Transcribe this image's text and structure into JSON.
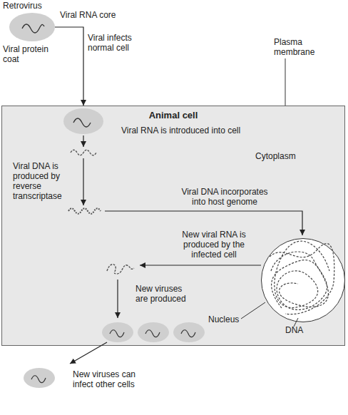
{
  "diagram": {
    "nodes": [
      {
        "text": [
          "Retrovirus"
        ]
      },
      {
        "text": [
          "Animal cell"
        ]
      },
      {
        "text": [
          "Nucleus"
        ],
        "in": 1
      }
    ],
    "edges": [
      {
        "from": 0,
        "to": 1,
        "arrow": "to",
        "label": "Viral infects normal cell"
      }
    ],
    "labels": [
      "Viral RNA core",
      "Viral protein coat",
      "Plasma membrane",
      "Viral RNA is introduced into cell",
      "Cytoplasm",
      "Viral DNA is produced by reverse transcriptase",
      "Viral DNA incorporates into host genome",
      "New viral RNA is produced by the infected cell",
      "New viruses are produced",
      "DNA",
      "New viruses can infect other cells"
    ]
  }
}
